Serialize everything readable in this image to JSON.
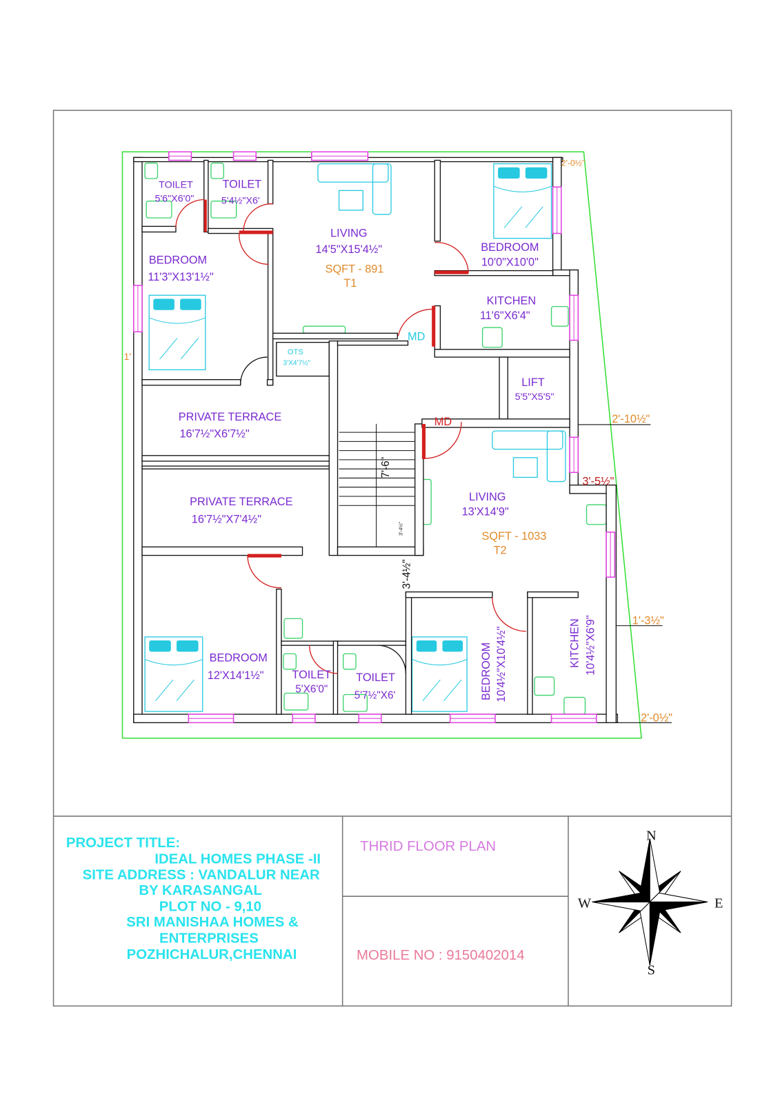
{
  "floor_plan": {
    "t1": {
      "toilet_a": {
        "label": "TOILET",
        "size": "5'6\"X6'0\""
      },
      "toilet_b": {
        "label": "TOILET",
        "size": "5'4½\"X6'"
      },
      "living": {
        "label": "LIVING",
        "size": "14'5\"X15'4½\"",
        "sqft": "SQFT - 891",
        "unit": "T1"
      },
      "bedroom_a": {
        "label": "BEDROOM",
        "size": "11'3\"X13'1½\""
      },
      "bedroom_b": {
        "label": "BEDROOM",
        "size": "10'0\"X10'0\""
      },
      "kitchen": {
        "label": "KITCHEN",
        "size": "11'6\"X6'4\""
      },
      "main_door": "MD",
      "ots": {
        "label": "OTS",
        "size": "3'X4'7½\""
      }
    },
    "lift": {
      "label": "LIFT",
      "size": "5'5\"X5'5\""
    },
    "terrace_a": {
      "label": "PRIVATE TERRACE",
      "size": "16'7½\"X6'7½\""
    },
    "terrace_b": {
      "label": "PRIVATE TERRACE",
      "size": "16'7½\"X7'4½\""
    },
    "stair_dim": "7'-6\"",
    "stair_small_dim": "3'-4½\"",
    "passage_dim": "3'-4½\"",
    "t2": {
      "main_door": "MD",
      "living": {
        "label": "LIVING",
        "size": "13'X14'9\"",
        "sqft": "SQFT - 1033",
        "unit": "T2"
      },
      "bedroom_a": {
        "label": "BEDROOM",
        "size": "12'X14'1½\""
      },
      "toilet_a": {
        "label": "TOILET",
        "size": "5'X6'0\""
      },
      "toilet_b": {
        "label": "TOILET",
        "size": "5'7½\"X6'"
      },
      "bedroom_b": {
        "label": "BEDROOM",
        "size": "10'4½\"X10'4½\""
      },
      "kitchen": {
        "label": "KITCHEN",
        "size": "10'4½\"X6'9\""
      }
    },
    "setbacks": [
      "2'-0½\"",
      "2'-10½\"",
      "3'-5½\"",
      "1'-3½\"",
      "2'-0½\"",
      "1'"
    ]
  },
  "title_block": {
    "project_lines": [
      "PROJECT TITLE:",
      "IDEAL HOMES PHASE -II",
      "SITE ADDRESS :  VANDALUR NEAR",
      "BY KARASANGAL",
      "PLOT NO - 9,10",
      "SRI MANISHAA HOMES &",
      "ENTERPRISES",
      "POZHICHALUR,CHENNAI"
    ],
    "drawing_title": "THRID FLOOR PLAN",
    "mobile": "MOBILE NO :  9150402014",
    "compass": {
      "n": "N",
      "s": "S",
      "e": "E",
      "w": "W"
    }
  },
  "colors": {
    "room_text": "#7a2ad0",
    "area_text": "#e08a2a",
    "furniture": "#27c9e0",
    "window": "#e040e0",
    "door": "#d42020",
    "plot_line": "#33dd33"
  }
}
